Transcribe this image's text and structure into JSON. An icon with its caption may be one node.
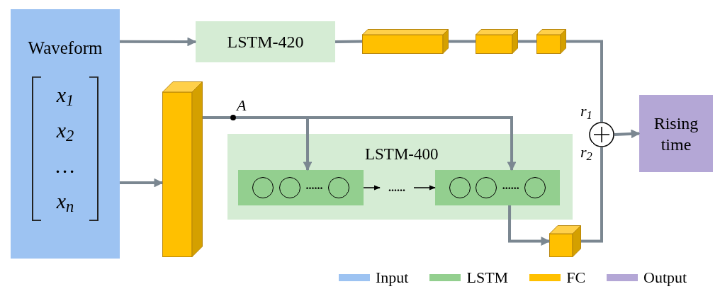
{
  "diagram": {
    "nodes": [
      {
        "text": [
          "Waveform",
          "x$_{1}$",
          "x$_{2}$",
          "…",
          "x$_{n}$"
        ]
      },
      {
        "text": [
          "LSTM-420"
        ]
      },
      {
        "text": [],
        "shape": "box"
      },
      {
        "text": [],
        "shape": "box"
      },
      {
        "text": [],
        "shape": "box"
      },
      {
        "text": [],
        "shape": "box"
      },
      {
        "text": [],
        "shape": "circle",
        "beside": [
          "A"
        ]
      },
      {
        "text": [
          "LSTM-400"
        ]
      },
      {
        "text": [
          "......"
        ],
        "in": 7
      },
      {
        "text": [
          "......"
        ],
        "in": 7
      },
      {
        "text": [
          "......"
        ],
        "in": 7
      },
      {
        "text": [],
        "shape": "box"
      },
      {
        "text": [],
        "shape": "circle"
      },
      {
        "text": [
          "Rising time"
        ]
      }
    ],
    "edges": [
      {
        "from": 0,
        "to": 1,
        "arrow": "to"
      },
      {
        "from": 0,
        "to": 5,
        "arrow": "to"
      },
      {
        "from": 1,
        "to": 2,
        "arrow": "none"
      },
      {
        "from": 2,
        "to": 3,
        "arrow": "none"
      },
      {
        "from": 3,
        "to": 4,
        "arrow": "none"
      },
      {
        "from": 4,
        "to": 12,
        "arrow": "none",
        "label": "r$_{1}$"
      },
      {
        "from": 5,
        "to": 6,
        "arrow": "none"
      },
      {
        "from": 6,
        "to": 8,
        "arrow": "to"
      },
      {
        "from": 6,
        "to": 10,
        "arrow": "to"
      },
      {
        "from": 8,
        "to": 9,
        "arrow": "to",
        "color": "#000000"
      },
      {
        "from": 9,
        "to": 10,
        "arrow": "to",
        "color": "#000000"
      },
      {
        "from": 10,
        "to": 11,
        "arrow": "to"
      },
      {
        "from": 11,
        "to": 12,
        "arrow": "none",
        "label": "r$_{2}$"
      },
      {
        "from": 12,
        "to": 13,
        "arrow": "to"
      }
    ],
    "legend": [
      {
        "text": "Input",
        "color": "#9dc3f2"
      },
      {
        "text": "LSTM",
        "color": "#93cf8f"
      },
      {
        "text": "FC",
        "color": "#ffc000"
      },
      {
        "text": "Output",
        "color": "#b4a7d6"
      }
    ]
  }
}
